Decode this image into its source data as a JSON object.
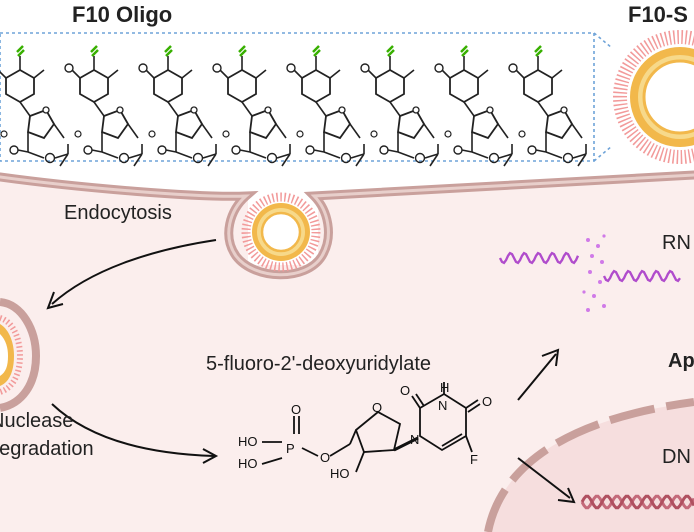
{
  "header": {
    "oligo_title": "F10 Oligo",
    "particle_title": "F10-S"
  },
  "labels": {
    "endocytosis": "Endocytosis",
    "nuclease_line1": "Nuclease",
    "nuclease_line2": "degradation",
    "metabolite": "5-fluoro-2'-deoxyuridylate",
    "rna": "RN",
    "apoptosis": "Ap",
    "dna": "DN"
  },
  "structure": {
    "phosphate_oh1": "HO",
    "phosphate_oh2": "HO",
    "phosphorus": "P",
    "phosphoryl_o": "O",
    "ester_o": "O",
    "ring_o": "O",
    "n1": "N",
    "n3": "N",
    "h": "H",
    "c2_o": "O",
    "c4_o": "O",
    "fluorine": "F",
    "hydroxyl": "HO"
  },
  "colors": {
    "membrane": "#c9a09c",
    "cytoplasm": "#fbeeed",
    "vesicle_outer": "#f2b84b",
    "vesicle_inner": "#f7d98a",
    "fringe": "#f29a9a",
    "fluorine_green": "#38b000",
    "rna": "#b04ccc",
    "dna": "#c46a7a"
  }
}
